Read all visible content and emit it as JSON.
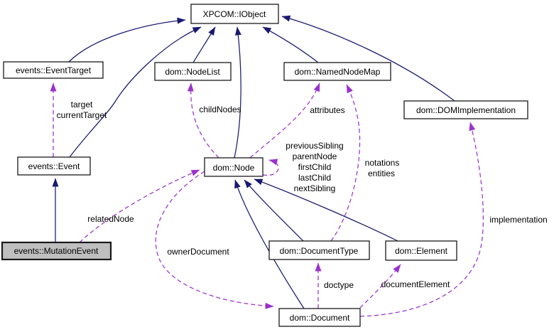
{
  "diagram_type": "class-collaboration-diagram",
  "colors": {
    "inheritance": "#191970",
    "usage": "#9a32cd",
    "node_fill": "#ffffff",
    "selected_fill": "#bfbfbf",
    "border": "#1a1a1a",
    "text": "#000000",
    "background": "#ffffff"
  },
  "nodes": {
    "iobject": {
      "label": "XPCOM::IObject"
    },
    "event_target": {
      "label": "events::EventTarget"
    },
    "node_list": {
      "label": "dom::NodeList"
    },
    "named_node_map": {
      "label": "dom::NamedNodeMap"
    },
    "dom_implementation": {
      "label": "dom::DOMImplementation"
    },
    "event": {
      "label": "events::Event"
    },
    "node": {
      "label": "dom::Node"
    },
    "mutation_event": {
      "label": "events::MutationEvent"
    },
    "document_type": {
      "label": "dom::DocumentType"
    },
    "element": {
      "label": "dom::Element"
    },
    "document": {
      "label": "dom::Document"
    }
  },
  "edges": [
    {
      "from": "events::EventTarget",
      "to": "XPCOM::IObject",
      "type": "inheritance",
      "labels": []
    },
    {
      "from": "events::Event",
      "to": "XPCOM::IObject",
      "type": "inheritance",
      "labels": []
    },
    {
      "from": "dom::NodeList",
      "to": "XPCOM::IObject",
      "type": "inheritance",
      "labels": []
    },
    {
      "from": "dom::Node",
      "to": "XPCOM::IObject",
      "type": "inheritance",
      "labels": []
    },
    {
      "from": "dom::NamedNodeMap",
      "to": "XPCOM::IObject",
      "type": "inheritance",
      "labels": []
    },
    {
      "from": "dom::DOMImplementation",
      "to": "XPCOM::IObject",
      "type": "inheritance",
      "labels": []
    },
    {
      "from": "events::MutationEvent",
      "to": "events::Event",
      "type": "inheritance",
      "labels": []
    },
    {
      "from": "dom::Document",
      "to": "dom::Node",
      "type": "inheritance",
      "labels": []
    },
    {
      "from": "dom::DocumentType",
      "to": "dom::Node",
      "type": "inheritance",
      "labels": []
    },
    {
      "from": "dom::Element",
      "to": "dom::Node",
      "type": "inheritance",
      "labels": []
    },
    {
      "from": "events::Event",
      "to": "events::EventTarget",
      "type": "usage",
      "labels": [
        "target",
        "currentTarget"
      ]
    },
    {
      "from": "dom::Node",
      "to": "dom::NodeList",
      "type": "usage",
      "labels": [
        "childNodes"
      ]
    },
    {
      "from": "dom::Node",
      "to": "dom::NamedNodeMap",
      "type": "usage",
      "labels": [
        "attributes"
      ]
    },
    {
      "from": "dom::Node",
      "to": "dom::Node",
      "type": "usage",
      "labels": [
        "previousSibling",
        "parentNode",
        "firstChild",
        "lastChild",
        "nextSibling"
      ]
    },
    {
      "from": "dom::DocumentType",
      "to": "dom::NamedNodeMap",
      "type": "usage",
      "labels": [
        "notations",
        "entities"
      ]
    },
    {
      "from": "events::MutationEvent",
      "to": "dom::Node",
      "type": "usage",
      "labels": [
        "relatedNode"
      ]
    },
    {
      "from": "dom::Node",
      "to": "dom::Document",
      "type": "usage",
      "labels": [
        "ownerDocument"
      ]
    },
    {
      "from": "dom::Document",
      "to": "dom::DocumentType",
      "type": "usage",
      "labels": [
        "doctype"
      ]
    },
    {
      "from": "dom::Document",
      "to": "dom::Element",
      "type": "usage",
      "labels": [
        "documentElement"
      ]
    },
    {
      "from": "dom::Document",
      "to": "dom::DOMImplementation",
      "type": "usage",
      "labels": [
        "implementation"
      ]
    }
  ]
}
